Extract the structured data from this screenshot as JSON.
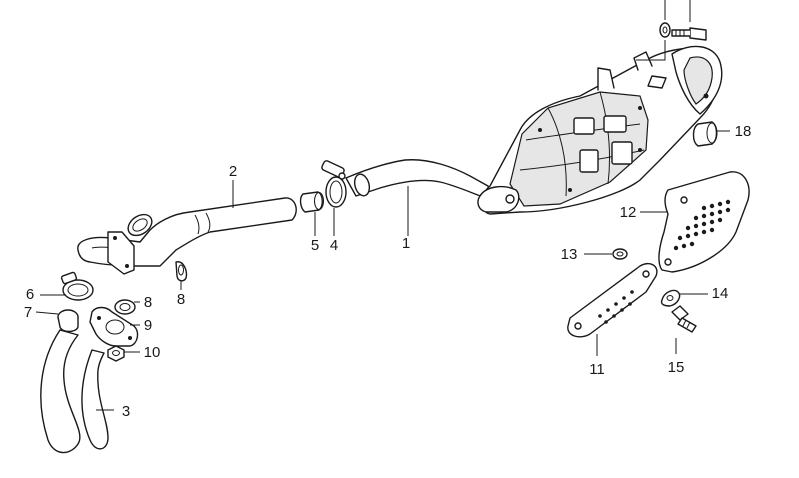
{
  "callouts": {
    "c1": "1",
    "c2": "2",
    "c3": "3",
    "c4": "4",
    "c5": "5",
    "c6": "6",
    "c7": "7",
    "c8a": "8",
    "c8b": "8",
    "c9": "9",
    "c10": "10",
    "c11": "11",
    "c12": "12",
    "c13": "13",
    "c14": "14",
    "c15": "15",
    "c18": "18"
  },
  "colors": {
    "ink": "#1a1a1a",
    "shade": "#e6e6e6",
    "background": "#ffffff"
  }
}
